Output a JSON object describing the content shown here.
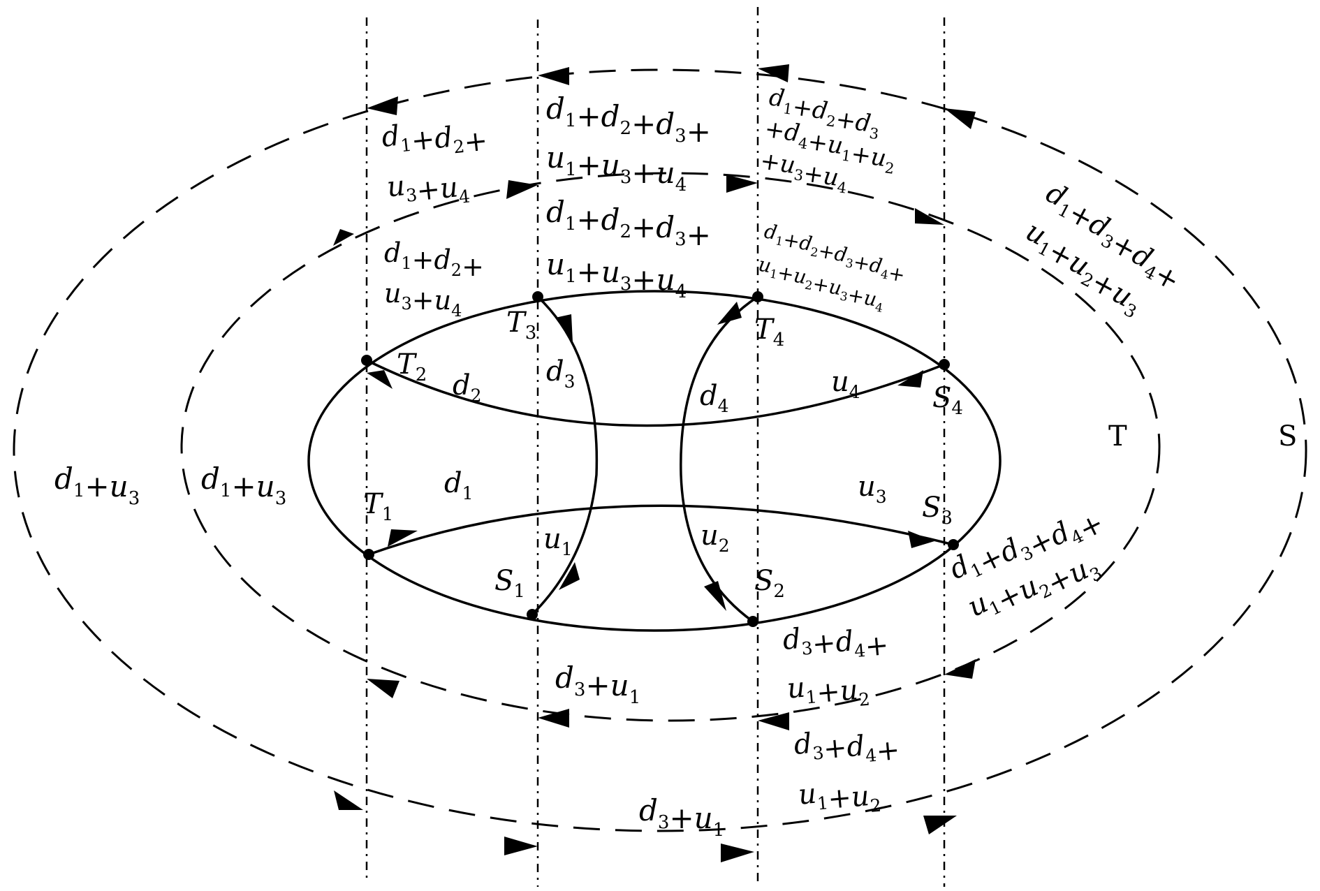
{
  "nodes": [
    {
      "id": "T1",
      "base": "T",
      "sub": "1"
    },
    {
      "id": "T2",
      "base": "T",
      "sub": "2"
    },
    {
      "id": "T3",
      "base": "T",
      "sub": "3"
    },
    {
      "id": "T4",
      "base": "T",
      "sub": "4"
    },
    {
      "id": "S1",
      "base": "S",
      "sub": "1"
    },
    {
      "id": "S2",
      "base": "S",
      "sub": "2"
    },
    {
      "id": "S3",
      "base": "S",
      "sub": "3"
    },
    {
      "id": "S4",
      "base": "S",
      "sub": "4"
    }
  ],
  "links": [
    {
      "id": "d1",
      "from": "T1",
      "label": [
        [
          "d",
          "1"
        ]
      ]
    },
    {
      "id": "d2",
      "from": "T2",
      "label": [
        [
          "d",
          "2"
        ]
      ]
    },
    {
      "id": "d3",
      "from": "T3",
      "label": [
        [
          "d",
          "3"
        ]
      ]
    },
    {
      "id": "d4",
      "from": "T4",
      "label": [
        [
          "d",
          "4"
        ]
      ]
    },
    {
      "id": "u1",
      "from": "S1",
      "label": [
        [
          "u",
          "1"
        ]
      ]
    },
    {
      "id": "u2",
      "from": "S2",
      "label": [
        [
          "u",
          "2"
        ]
      ]
    },
    {
      "id": "u3",
      "from": "S3",
      "label": [
        [
          "u",
          "3"
        ]
      ]
    },
    {
      "id": "u4",
      "from": "S4",
      "label": [
        [
          "u",
          "4"
        ]
      ]
    }
  ],
  "rings": [
    {
      "id": "T",
      "label": "T"
    },
    {
      "id": "S",
      "label": "S"
    }
  ],
  "ring_labels": {
    "T": [
      {
        "id": "T-left",
        "lines": [
          [
            [
              "d",
              "1"
            ],
            [
              "+",
              ""
            ],
            [
              "u",
              "3"
            ]
          ]
        ]
      },
      {
        "id": "T-upleft",
        "lines": [
          [
            [
              "d",
              "1"
            ],
            [
              "+",
              ""
            ],
            [
              "d",
              "2"
            ],
            [
              "+",
              ""
            ]
          ],
          [
            [
              "u",
              "3"
            ],
            [
              "+",
              ""
            ],
            [
              "u",
              "4"
            ]
          ]
        ]
      },
      {
        "id": "T-top",
        "lines": [
          [
            [
              "d",
              "1"
            ],
            [
              "+",
              ""
            ],
            [
              "d",
              "2"
            ],
            [
              "+",
              ""
            ],
            [
              "d",
              "3"
            ],
            [
              "+",
              ""
            ]
          ],
          [
            [
              "u",
              "1"
            ],
            [
              "+",
              ""
            ],
            [
              "u",
              "3"
            ],
            [
              "+",
              ""
            ],
            [
              "u",
              "4"
            ]
          ]
        ]
      },
      {
        "id": "T-upright",
        "lines": [
          [
            [
              "d",
              "1"
            ],
            [
              "+",
              ""
            ],
            [
              "d",
              "2"
            ],
            [
              "+",
              ""
            ],
            [
              "d",
              "3"
            ],
            [
              "+",
              ""
            ],
            [
              "d",
              "4"
            ],
            [
              "+",
              ""
            ]
          ],
          [
            [
              "u",
              "1"
            ],
            [
              "+",
              ""
            ],
            [
              "u",
              "2"
            ],
            [
              "+",
              ""
            ],
            [
              "u",
              "3"
            ],
            [
              "+",
              ""
            ],
            [
              "u",
              "4"
            ]
          ]
        ]
      },
      {
        "id": "T-right",
        "lines": [
          [
            [
              "d",
              "1"
            ],
            [
              "+",
              ""
            ],
            [
              "d",
              "3"
            ],
            [
              "+",
              ""
            ],
            [
              "d",
              "4"
            ],
            [
              "+",
              ""
            ]
          ],
          [
            [
              "u",
              "1"
            ],
            [
              "+",
              ""
            ],
            [
              "u",
              "2"
            ],
            [
              "+",
              ""
            ],
            [
              "u",
              "3"
            ]
          ]
        ]
      },
      {
        "id": "T-lowright",
        "lines": [
          [
            [
              "d",
              "3"
            ],
            [
              "+",
              ""
            ],
            [
              "d",
              "4"
            ],
            [
              "+",
              ""
            ]
          ],
          [
            [
              "u",
              "1"
            ],
            [
              "+",
              ""
            ],
            [
              "u",
              "2"
            ]
          ]
        ]
      },
      {
        "id": "T-bottom",
        "lines": [
          [
            [
              "d",
              "3"
            ],
            [
              "+",
              ""
            ],
            [
              "u",
              "1"
            ]
          ]
        ]
      }
    ],
    "S": [
      {
        "id": "S-left",
        "lines": [
          [
            [
              "d",
              "1"
            ],
            [
              "+",
              ""
            ],
            [
              "u",
              "3"
            ]
          ]
        ]
      },
      {
        "id": "S-upleft",
        "lines": [
          [
            [
              "d",
              "1"
            ],
            [
              "+",
              ""
            ],
            [
              "d",
              "2"
            ],
            [
              "+",
              ""
            ]
          ],
          [
            [
              "u",
              "3"
            ],
            [
              "+",
              ""
            ],
            [
              "u",
              "4"
            ]
          ]
        ]
      },
      {
        "id": "S-top",
        "lines": [
          [
            [
              "d",
              "1"
            ],
            [
              "+",
              ""
            ],
            [
              "d",
              "2"
            ],
            [
              "+",
              ""
            ],
            [
              "d",
              "3"
            ],
            [
              "+",
              ""
            ]
          ],
          [
            [
              "u",
              "1"
            ],
            [
              "+",
              ""
            ],
            [
              "u",
              "3"
            ],
            [
              "+",
              ""
            ],
            [
              "u",
              "4"
            ]
          ]
        ]
      },
      {
        "id": "S-upright",
        "lines": [
          [
            [
              "d",
              "1"
            ],
            [
              "+",
              ""
            ],
            [
              "d",
              "2"
            ],
            [
              "+",
              ""
            ],
            [
              "d",
              "3"
            ]
          ],
          [
            [
              "+",
              ""
            ],
            [
              "d",
              "4"
            ],
            [
              "+",
              ""
            ],
            [
              "u",
              "1"
            ],
            [
              "+",
              ""
            ],
            [
              "u",
              "2"
            ]
          ],
          [
            [
              "+",
              ""
            ],
            [
              "u",
              "3"
            ],
            [
              "+",
              ""
            ],
            [
              "u",
              "4"
            ]
          ]
        ]
      },
      {
        "id": "S-right",
        "lines": [
          [
            [
              "d",
              "1"
            ],
            [
              "+",
              ""
            ],
            [
              "d",
              "3"
            ],
            [
              "+",
              ""
            ],
            [
              "d",
              "4"
            ],
            [
              "+",
              ""
            ]
          ],
          [
            [
              "u",
              "1"
            ],
            [
              "+",
              ""
            ],
            [
              "u",
              "2"
            ],
            [
              "+",
              ""
            ],
            [
              "u",
              "3"
            ]
          ]
        ]
      },
      {
        "id": "S-lowright",
        "lines": [
          [
            [
              "d",
              "3"
            ],
            [
              "+",
              ""
            ],
            [
              "d",
              "4"
            ],
            [
              "+",
              ""
            ]
          ],
          [
            [
              "u",
              "1"
            ],
            [
              "+",
              ""
            ],
            [
              "u",
              "2"
            ]
          ]
        ]
      },
      {
        "id": "S-bottom",
        "lines": [
          [
            [
              "d",
              "3"
            ],
            [
              "+",
              ""
            ],
            [
              "u",
              "1"
            ]
          ]
        ]
      }
    ]
  },
  "colors": {
    "ink": "#000000",
    "background": "#ffffff"
  }
}
